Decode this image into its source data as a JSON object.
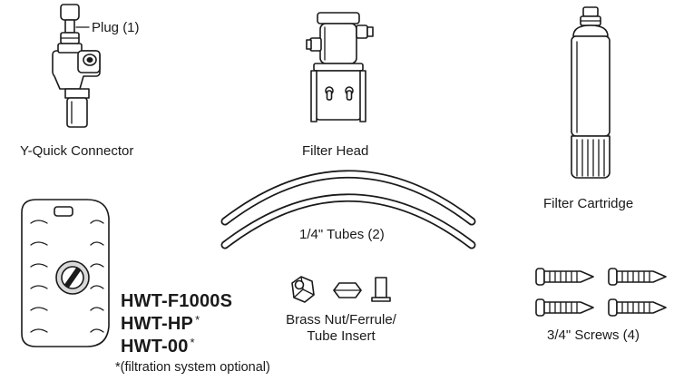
{
  "labels": {
    "plug": "Plug (1)",
    "y_quick_connector": "Y-Quick Connector",
    "filter_head": "Filter Head",
    "filter_cartridge": "Filter Cartridge",
    "tubes": "1/4\" Tubes (2)",
    "brass_nut_line1": "Brass Nut/Ferrule/",
    "brass_nut_line2": "Tube Insert",
    "screws": "3/4\" Screws (4)"
  },
  "models": [
    {
      "name": "HWT-F1000S",
      "mark": ""
    },
    {
      "name": "HWT-HP",
      "mark": "*"
    },
    {
      "name": "HWT-00",
      "mark": "*"
    }
  ],
  "footnote": "*(filtration system optional)"
}
